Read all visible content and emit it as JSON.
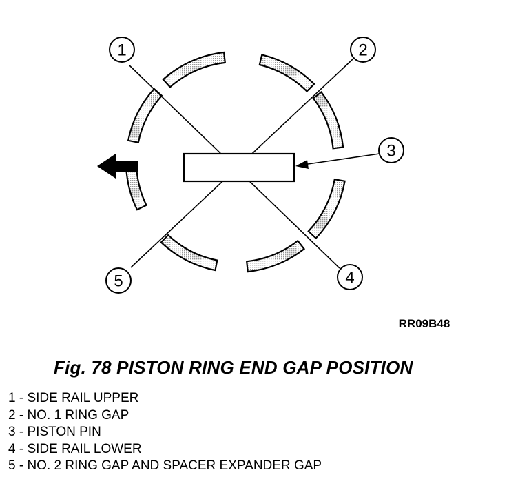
{
  "figure": {
    "code": "RR09B48",
    "caption": "Fig. 78 PISTON RING END GAP POSITION"
  },
  "callouts": [
    {
      "number": "1"
    },
    {
      "number": "2"
    },
    {
      "number": "3"
    },
    {
      "number": "4"
    },
    {
      "number": "5"
    }
  ],
  "legend": [
    {
      "text": "1 - SIDE RAIL UPPER"
    },
    {
      "text": "2 - NO. 1 RING GAP"
    },
    {
      "text": "3 - PISTON PIN"
    },
    {
      "text": "4 - SIDE RAIL LOWER"
    },
    {
      "text": "5 - NO. 2 RING GAP AND SPACER EXPANDER GAP"
    }
  ],
  "colors": {
    "ink": "#000000",
    "ring_fill": "#d9d9d9",
    "background": "#ffffff"
  }
}
